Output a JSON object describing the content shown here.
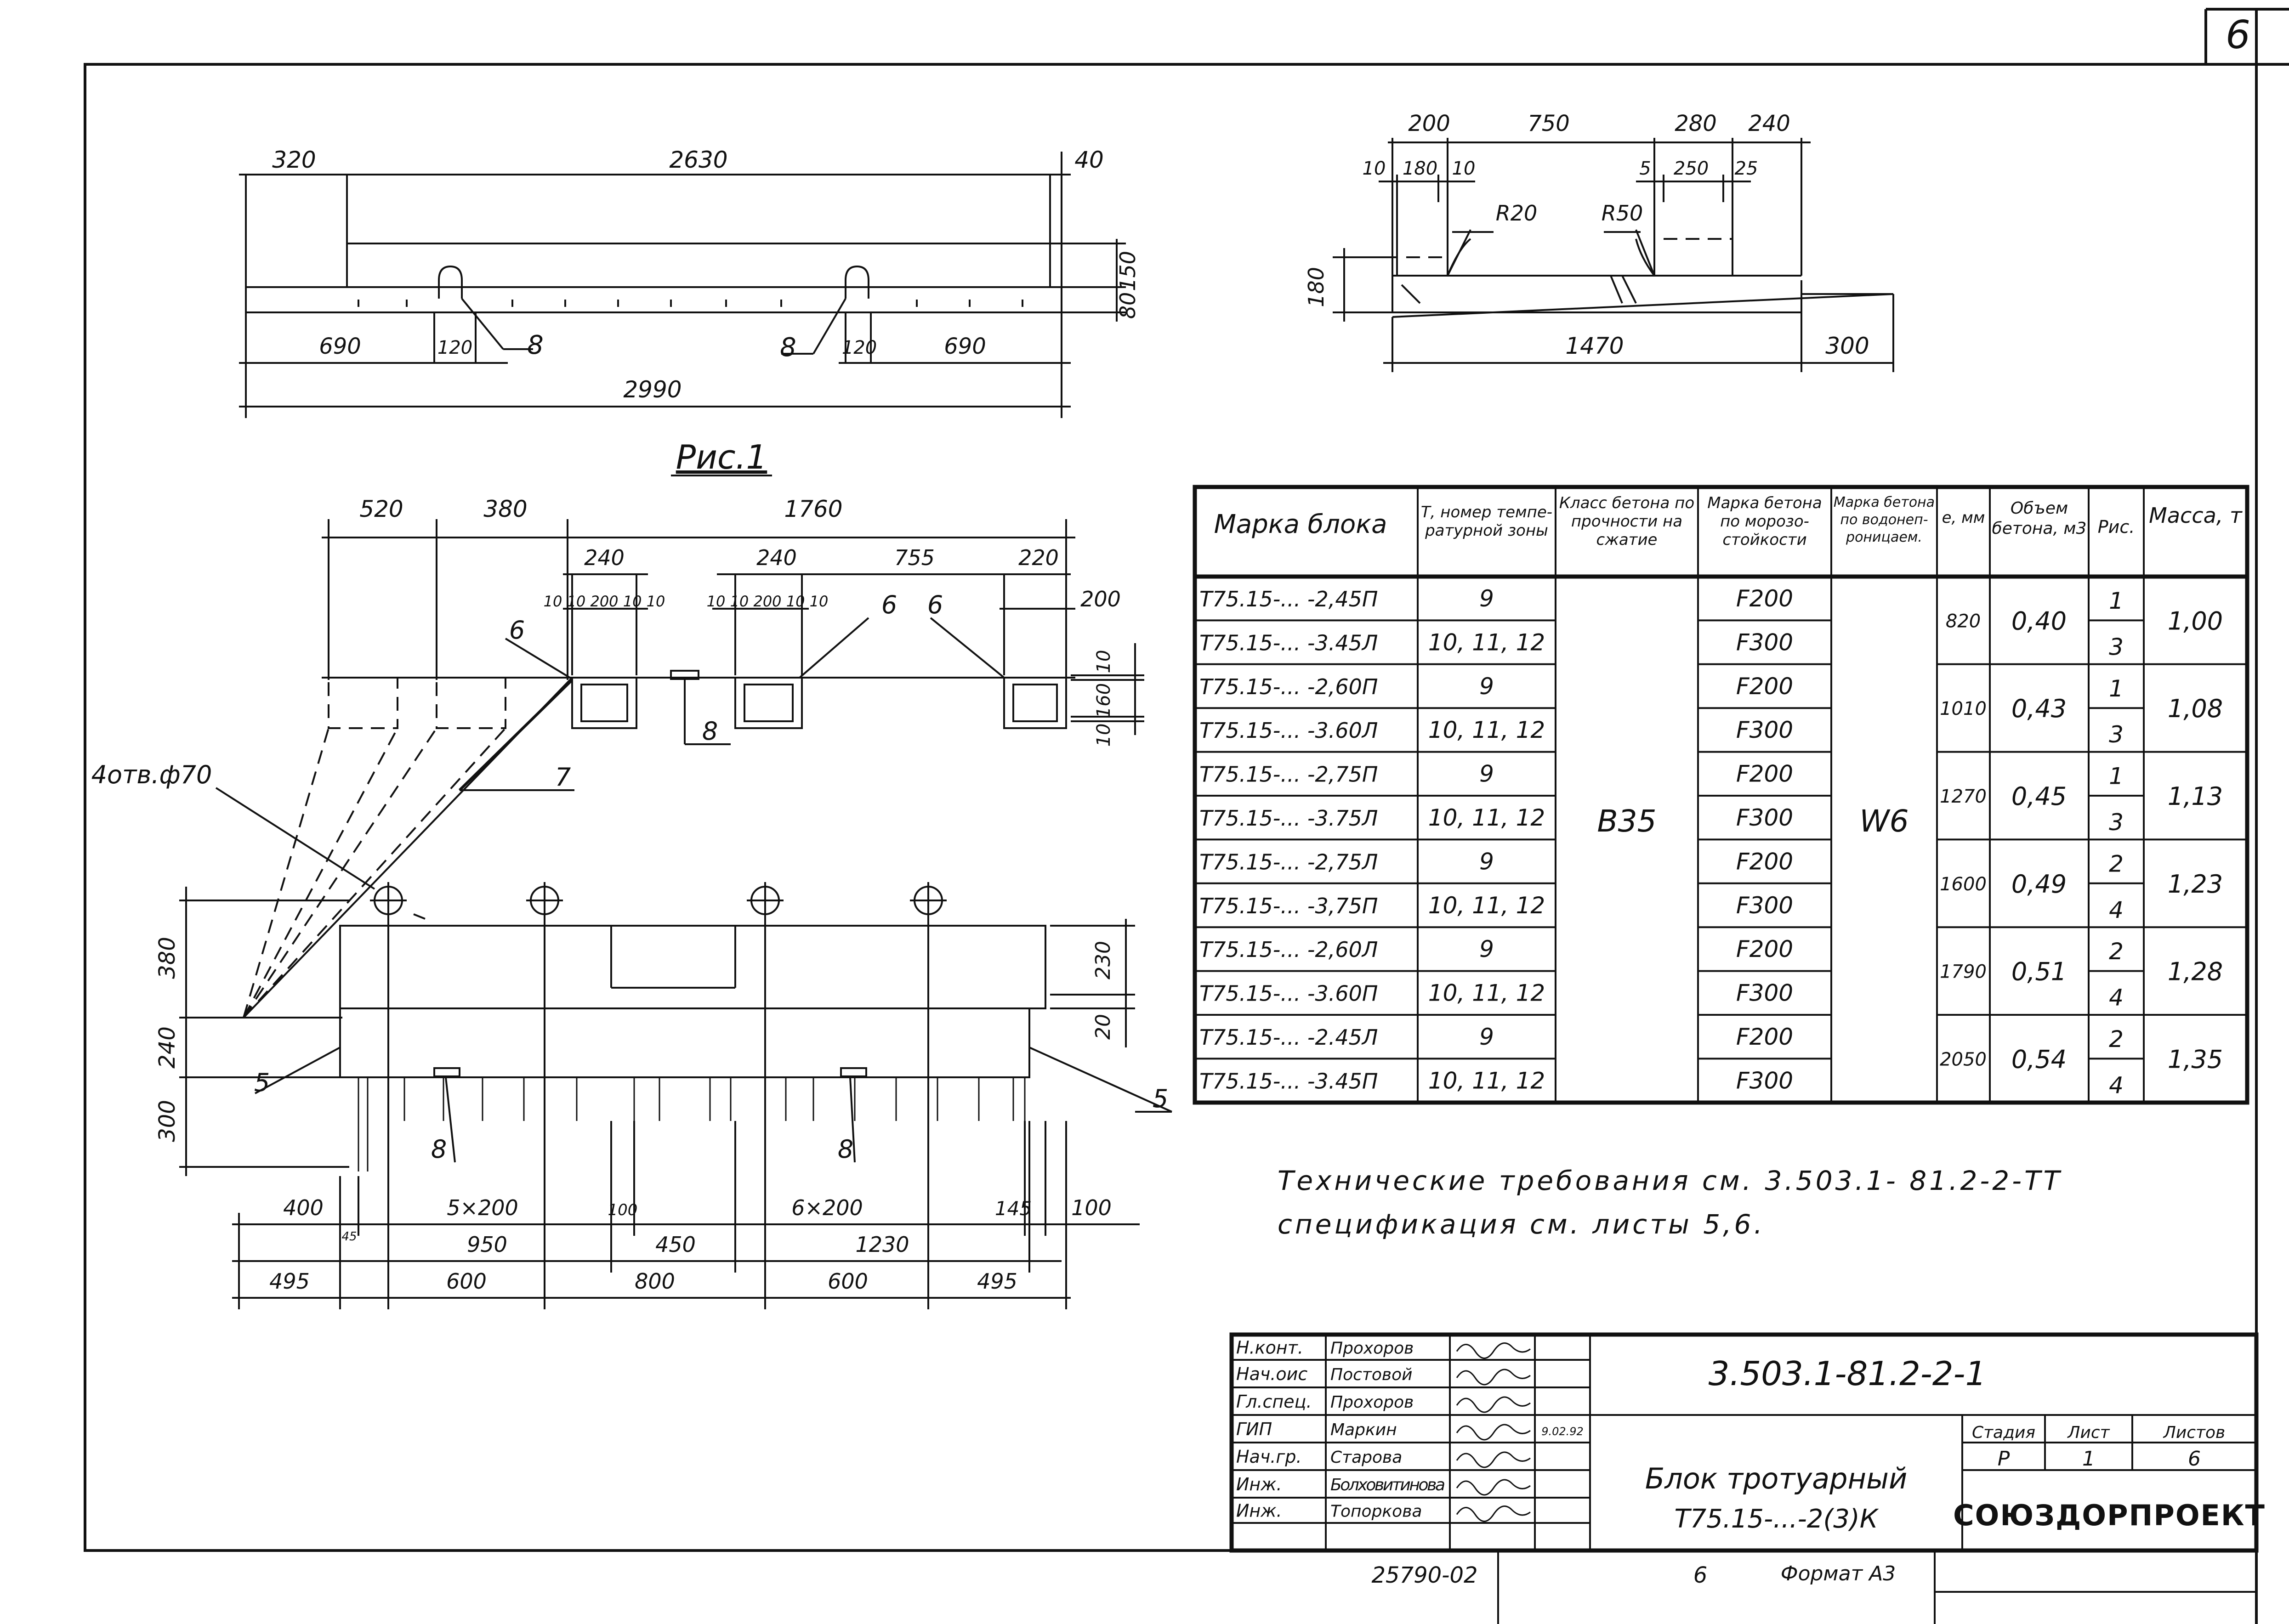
{
  "sheet_number": "6",
  "figure_label": "Рис.1",
  "fig_top": {
    "dims": {
      "d320": "320",
      "d2630": "2630",
      "d40": "40",
      "d150": "150",
      "d80": "80",
      "d690a": "690",
      "d120a": "120",
      "d8a": "8",
      "d8b": "8",
      "d120b": "120",
      "d690b": "690",
      "d2990": "2990"
    }
  },
  "fig_section": {
    "dims": {
      "d200": "200",
      "d750": "750",
      "d280": "280",
      "d240": "240",
      "d10a": "10",
      "d180": "180",
      "d10b": "10",
      "d5": "5",
      "d250": "250",
      "d25": "25",
      "r20": "R20",
      "r50": "R50",
      "h180": "180",
      "d1470": "1470",
      "d300": "300"
    }
  },
  "fig_plan": {
    "dims": {
      "d520": "520",
      "d380": "380",
      "d1760": "1760",
      "d240a": "240",
      "d240b": "240",
      "d755": "755",
      "d220": "220",
      "d10_200_10_10_a": "10 10 200 10 10",
      "d10_10_200_10_10_b": "10 10 200 10 10",
      "d200r": "200",
      "d10r": "10",
      "d160r": "160",
      "d10r2": "10",
      "holes": "4отв.ф70",
      "c6a": "6",
      "c6b": "6",
      "c6c": "6",
      "c8top": "8",
      "c7": "7",
      "c5l": "5",
      "c5r": "5",
      "c8l": "8",
      "c8r": "8",
      "h380": "380",
      "h240": "240",
      "h300": "300",
      "v230": "230",
      "v20": "20",
      "b400": "400",
      "b5x200": "5×200",
      "b100": "100",
      "b6x200": "6×200",
      "b145": "145",
      "b100r": "100",
      "b45": "45",
      "b950": "950",
      "b450": "450",
      "b1230": "1230",
      "c495a": "495",
      "c600a": "600",
      "c800": "800",
      "c600b": "600",
      "c495b": "495"
    }
  },
  "table": {
    "headers": [
      "Марка блока",
      "Т, номер температурной зоны",
      "Класс бетона по прочности на сжатие",
      "Марка бетона по морозостойкости",
      "Марка бетона по водонепроницаем.",
      "e, мм",
      "Объем бетона, м3",
      "Рис.",
      "Масса, т"
    ],
    "headers_short": [
      "Марка блока",
      "Т, номер темпе- ратурной зоны",
      "Класс бетона по прочности на сжатие",
      "Марка бетона по морозо- стойкости",
      "Марка бетона по водонеп- роницаем.",
      "e, мм",
      "Объем бетона, м3",
      "Рис.",
      "Масса, т"
    ],
    "rows": [
      {
        "mark": "Т75.15-... -2,45П",
        "zone": "9",
        "frost": "F200"
      },
      {
        "mark": "Т75.15-... -3.45Л",
        "zone": "10, 11, 12",
        "frost": "F300"
      },
      {
        "mark": "Т75.15-... -2,60П",
        "zone": "9",
        "frost": "F200"
      },
      {
        "mark": "Т75.15-... -3.60Л",
        "zone": "10, 11, 12",
        "frost": "F300"
      },
      {
        "mark": "Т75.15-... -2,75П",
        "zone": "9",
        "frost": "F200"
      },
      {
        "mark": "Т75.15-... -3.75Л",
        "zone": "10, 11, 12",
        "frost": "F300"
      },
      {
        "mark": "Т75.15-... -2,75Л",
        "zone": "9",
        "frost": "F200"
      },
      {
        "mark": "Т75.15-... -3,75П",
        "zone": "10, 11, 12",
        "frost": "F300"
      },
      {
        "mark": "Т75.15-... -2,60Л",
        "zone": "9",
        "frost": "F200"
      },
      {
        "mark": "Т75.15-... -3.60П",
        "zone": "10, 11, 12",
        "frost": "F300"
      },
      {
        "mark": "Т75.15-... -2.45Л",
        "zone": "9",
        "frost": "F200"
      },
      {
        "mark": "Т75.15-... -3.45П",
        "zone": "10, 11, 12",
        "frost": "F300"
      }
    ],
    "groups": [
      {
        "e": "820",
        "volume": "0,40",
        "fig": [
          "1",
          "3"
        ],
        "mass": "1,00"
      },
      {
        "e": "1010",
        "volume": "0,43",
        "fig": [
          "1",
          "3"
        ],
        "mass": "1,08"
      },
      {
        "e": "1270",
        "volume": "0,45",
        "fig": [
          "1",
          "3"
        ],
        "mass": "1,13"
      },
      {
        "e": "1600",
        "volume": "0,49",
        "fig": [
          "2",
          "4"
        ],
        "mass": "1,23"
      },
      {
        "e": "1790",
        "volume": "0,51",
        "fig": [
          "2",
          "4"
        ],
        "mass": "1,28"
      },
      {
        "e": "2050",
        "volume": "0,54",
        "fig": [
          "2",
          "4"
        ],
        "mass": "1,35"
      }
    ],
    "concrete_class": "В35",
    "water": "W6"
  },
  "notes": {
    "line1": "Технические требования см. 3.503.1- 81.2-2-ТТ",
    "line2": "спецификация см. листы 5,6."
  },
  "title_block": {
    "roles": [
      {
        "role": "Н.конт.",
        "name": "Прохоров",
        "date": ""
      },
      {
        "role": "Нач.оис",
        "name": "Постовой",
        "date": ""
      },
      {
        "role": "Гл.спец.",
        "name": "Прохоров",
        "date": ""
      },
      {
        "role": "ГИП",
        "name": "Маркин",
        "date": "9.02.92"
      },
      {
        "role": "Нач.гр.",
        "name": "Старова",
        "date": ""
      },
      {
        "role": "Инж.",
        "name": "Болховитинова",
        "date": ""
      },
      {
        "role": "Инж.",
        "name": "Топоркова",
        "date": ""
      }
    ],
    "code": "3.503.1-81.2-2-1",
    "title_line1": "Блок тротуарный",
    "title_line2": "Т75.15-...-2(3)К",
    "stage_label": "Стадия",
    "sheet_label": "Лист",
    "sheets_label": "Листов",
    "stage": "Р",
    "sheet": "1",
    "sheets": "6",
    "org": "СОЮЗДОРПРОЕКТ"
  },
  "footer": {
    "inv": "25790-02",
    "page": "6",
    "format": "Формат А3"
  }
}
